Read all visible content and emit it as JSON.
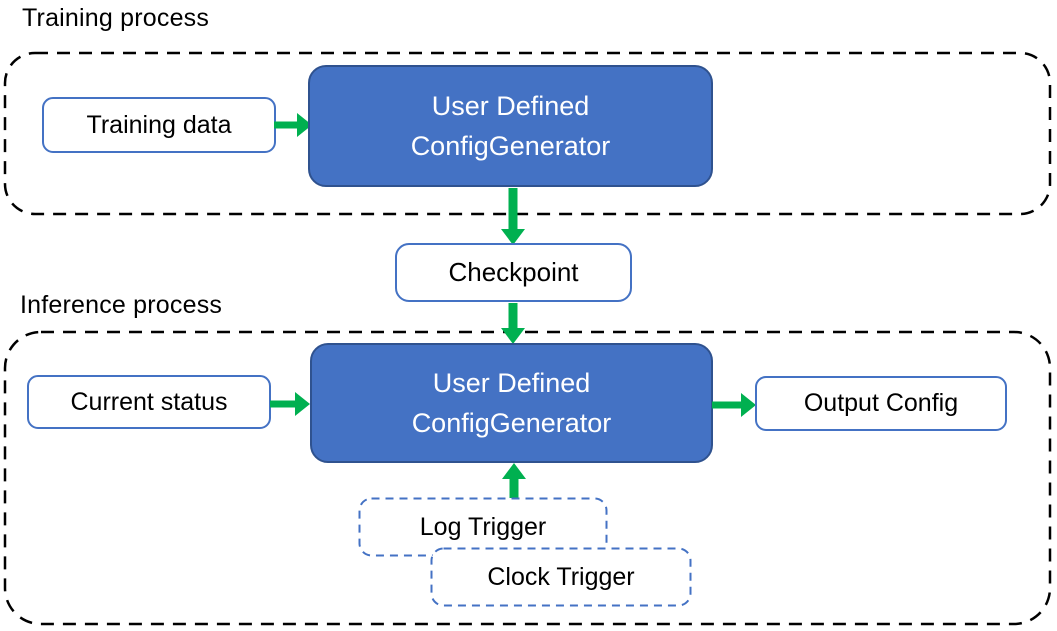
{
  "diagram": {
    "training": {
      "title": "Training process",
      "input_label": "Training data",
      "generator_line1": "User Defined",
      "generator_line2": "ConfigGenerator"
    },
    "checkpoint_label": "Checkpoint",
    "inference": {
      "title": "Inference process",
      "input_label": "Current status",
      "generator_line1": "User Defined",
      "generator_line2": "ConfigGenerator",
      "output_label": "Output Config",
      "triggers": [
        {
          "label": "Log Trigger"
        },
        {
          "label": "Clock Trigger"
        }
      ]
    },
    "edges": [
      {
        "from": "training-data",
        "to": "training-config-generator",
        "direction": "right"
      },
      {
        "from": "training-config-generator",
        "to": "checkpoint",
        "direction": "down"
      },
      {
        "from": "checkpoint",
        "to": "inference-config-generator",
        "direction": "down"
      },
      {
        "from": "current-status",
        "to": "inference-config-generator",
        "direction": "right"
      },
      {
        "from": "inference-config-generator",
        "to": "output-config",
        "direction": "right"
      },
      {
        "from": "triggers",
        "to": "inference-config-generator",
        "direction": "up"
      }
    ]
  },
  "colors": {
    "box_fill": "#4472C4",
    "box_border": "#2F528F",
    "outline_blue": "#4472C4",
    "arrow_green": "#00B050",
    "dash_black": "#000000",
    "text_dark": "#000000",
    "text_light": "#FFFFFF"
  }
}
